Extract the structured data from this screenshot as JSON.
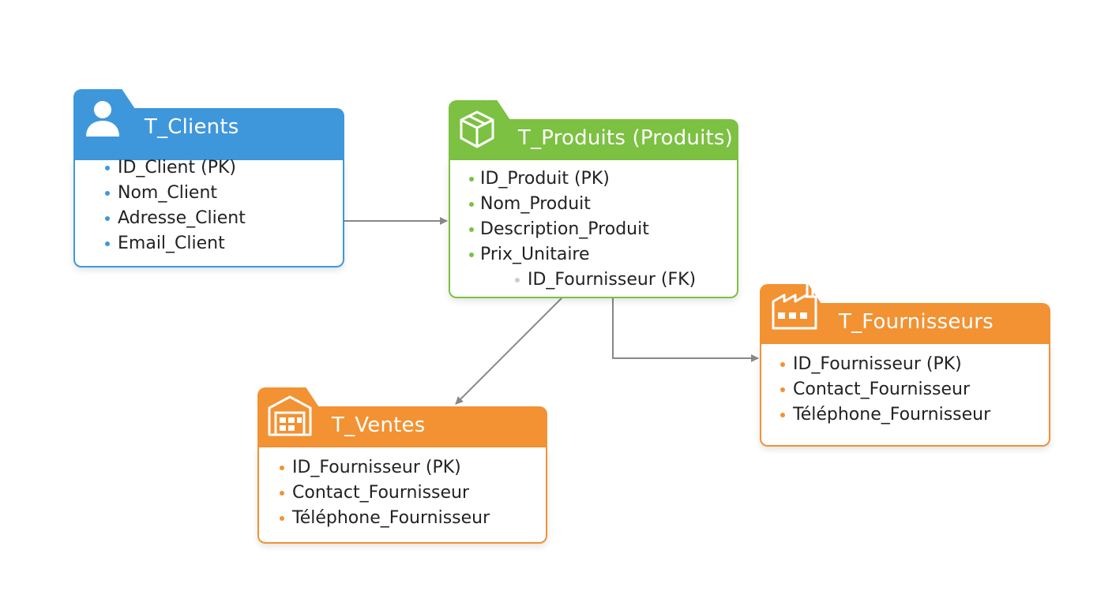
{
  "colors": {
    "blue": "#3f97db",
    "green": "#7cc142",
    "orange": "#f29233",
    "connector": "#888888"
  },
  "tables": {
    "clients": {
      "title": "T_Clients",
      "icon": "user-icon",
      "fields": [
        "ID_Client (PK)",
        "Nom_Client",
        "Adresse_Client",
        "Email_Client"
      ]
    },
    "produits": {
      "title": "T_Produits (Produits)",
      "icon": "box-icon",
      "fields": [
        "ID_Produit (PK)",
        "Nom_Produit",
        "Description_Produit",
        "Prix_Unitaire",
        "ID_Fournisseur (FK)"
      ]
    },
    "fournisseurs": {
      "title": "T_Fournisseurs",
      "icon": "factory-icon",
      "fields": [
        "ID_Fournisseur (PK)",
        "Contact_Fournisseur",
        "Téléphone_Fournisseur"
      ]
    },
    "ventes": {
      "title": "T_Ventes",
      "icon": "warehouse-icon",
      "fields": [
        "ID_Fournisseur (PK)",
        "Contact_Fournisseur",
        "Téléphone_Fournisseur"
      ]
    }
  }
}
